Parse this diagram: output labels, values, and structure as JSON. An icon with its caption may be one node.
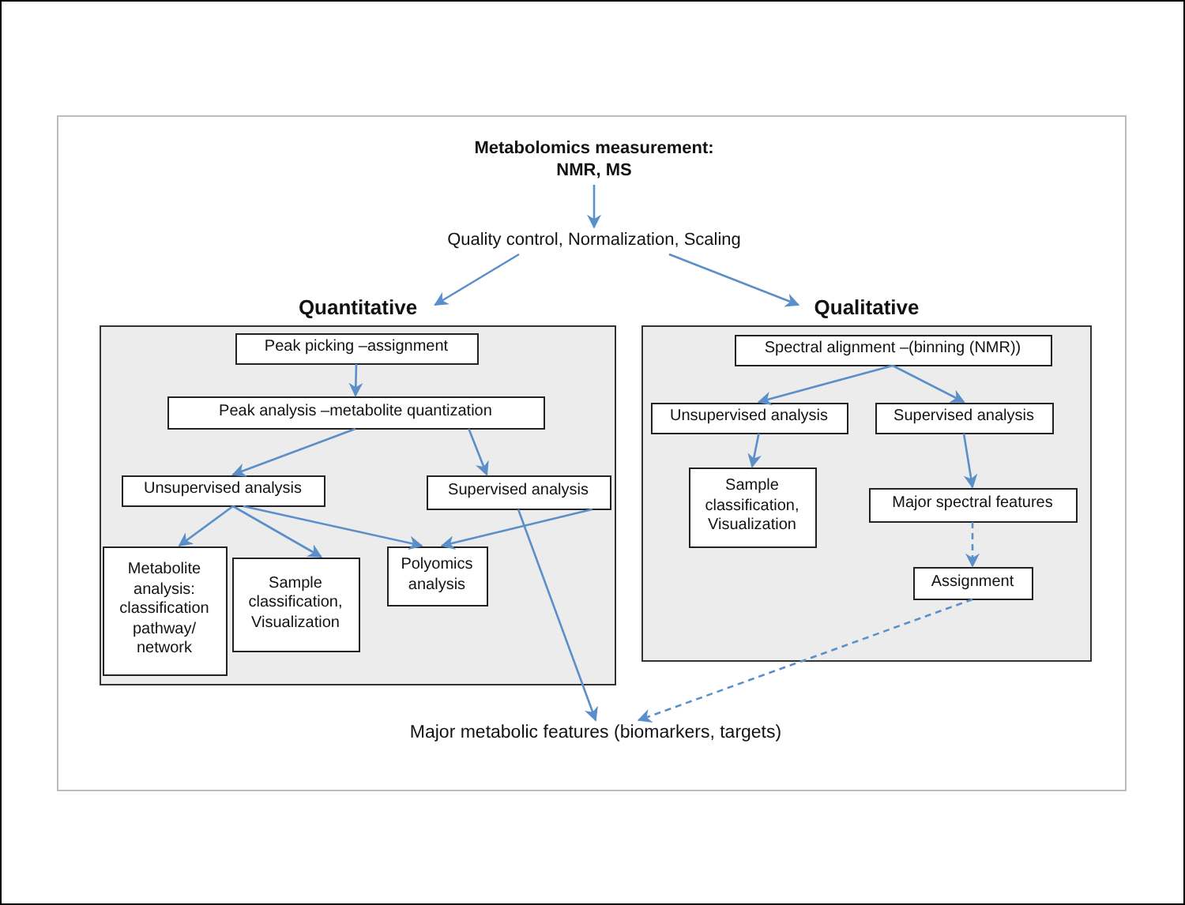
{
  "diagram": {
    "nodes": [
      {
        "text": [
          "Metabolomics measurement: NMR, MS"
        ]
      },
      {
        "text": [
          "Quality control, Normalization, Scaling"
        ]
      },
      {
        "text": [
          "Quantitative"
        ]
      },
      {
        "text": [
          "Peak picking –assignment"
        ],
        "in": 2
      },
      {
        "text": [
          "Peak analysis –metabolite quantization"
        ],
        "in": 2
      },
      {
        "text": [
          "Unsupervised analysis"
        ],
        "in": 2
      },
      {
        "text": [
          "Supervised analysis"
        ],
        "in": 2
      },
      {
        "text": [
          "Metabolite analysis: classification pathway/ network"
        ],
        "in": 2
      },
      {
        "text": [
          "Sample classification, Visualization"
        ],
        "in": 2
      },
      {
        "text": [
          "Polyomics analysis"
        ],
        "in": 2
      },
      {
        "text": [
          "Qualitative"
        ]
      },
      {
        "text": [
          "Spectral alignment –(binning (NMR))"
        ],
        "in": 10
      },
      {
        "text": [
          "Unsupervised analysis"
        ],
        "in": 10
      },
      {
        "text": [
          "Supervised analysis"
        ],
        "in": 10
      },
      {
        "text": [
          "Sample classification, Visualization"
        ],
        "in": 10
      },
      {
        "text": [
          "Major spectral features"
        ],
        "in": 10
      },
      {
        "text": [
          "Assignment"
        ],
        "in": 10
      },
      {
        "text": [
          "Major metabolic features (biomarkers, targets)"
        ]
      }
    ],
    "edges": [
      {
        "from": 0,
        "to": 1,
        "arrow": "to"
      },
      {
        "from": 1,
        "to": 2,
        "arrow": "to"
      },
      {
        "from": 1,
        "to": 10,
        "arrow": "to"
      },
      {
        "from": 3,
        "to": 4,
        "arrow": "to"
      },
      {
        "from": 4,
        "to": 5,
        "arrow": "to"
      },
      {
        "from": 4,
        "to": 6,
        "arrow": "to"
      },
      {
        "from": 5,
        "to": 7,
        "arrow": "to"
      },
      {
        "from": 5,
        "to": 8,
        "arrow": "to"
      },
      {
        "from": 5,
        "to": 9,
        "arrow": "to"
      },
      {
        "from": 6,
        "to": 9,
        "arrow": "to"
      },
      {
        "from": 6,
        "to": 17,
        "arrow": "to"
      },
      {
        "from": 11,
        "to": 12,
        "arrow": "to"
      },
      {
        "from": 11,
        "to": 13,
        "arrow": "to"
      },
      {
        "from": 12,
        "to": 14,
        "arrow": "to"
      },
      {
        "from": 13,
        "to": 15,
        "arrow": "to"
      },
      {
        "from": 15,
        "to": 16,
        "arrow": "to",
        "style": "dashed"
      },
      {
        "from": 16,
        "to": 17,
        "arrow": "to",
        "style": "dashed"
      }
    ]
  }
}
